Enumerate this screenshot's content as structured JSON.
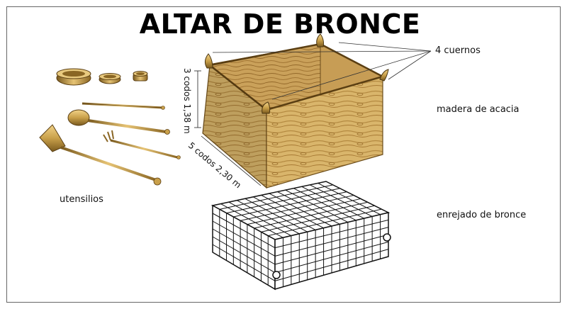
{
  "title": "ALTAR DE BRONCE",
  "labels": {
    "horns": "4 cuernos",
    "wood": "madera de acacia",
    "grate": "enrejado de bronce",
    "utensils": "utensilios",
    "height": "3 codos 1,38 m",
    "length": "5 codos 2,30 m"
  },
  "colors": {
    "wood_light": "#d9b56b",
    "wood_dark": "#a87a34",
    "bronze": "#c9a04a",
    "bronze_dark": "#7a5a1e",
    "fire": "#e8521a",
    "grate_line": "#111111"
  }
}
